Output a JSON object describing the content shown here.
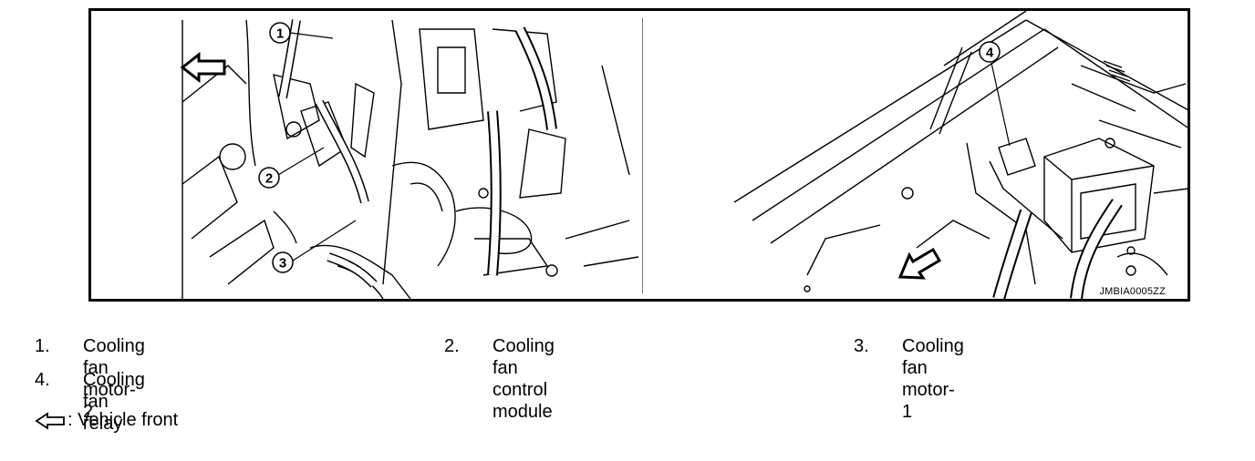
{
  "figure": {
    "id": "JMBIA0005ZZ",
    "callouts": [
      "1",
      "2",
      "3",
      "4"
    ]
  },
  "legend": [
    {
      "num": "1.",
      "text": "Cooling fan motor-2"
    },
    {
      "num": "2.",
      "text": "Cooling fan control module"
    },
    {
      "num": "3.",
      "text": "Cooling fan motor-1"
    },
    {
      "num": "4.",
      "text": "Cooling fan relay"
    }
  ],
  "front_note": ": Vehicle front",
  "icons": {
    "front_arrow": "left-arrow-outline-icon"
  }
}
